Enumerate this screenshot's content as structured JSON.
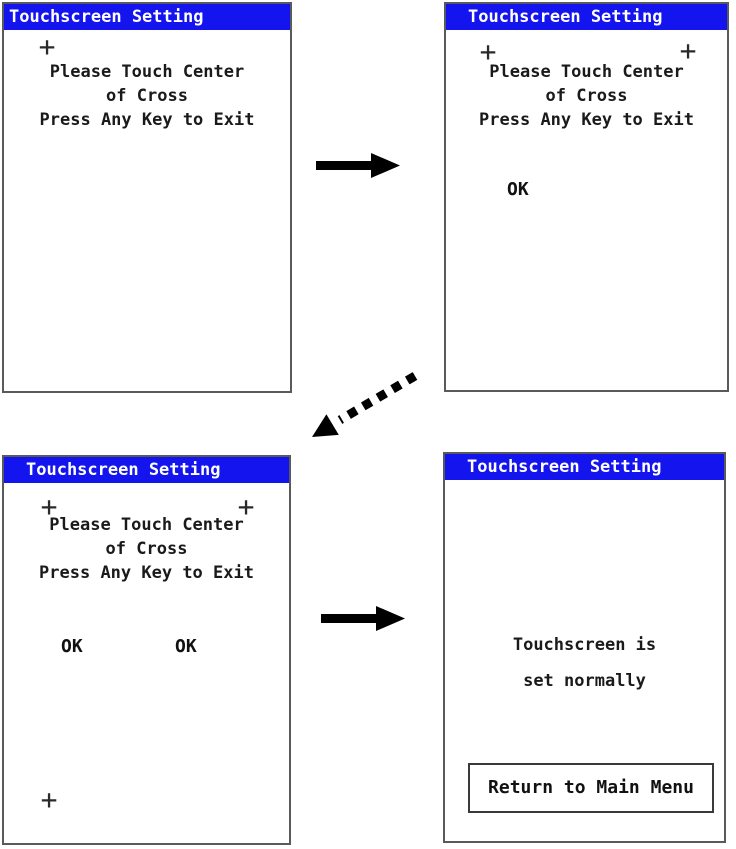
{
  "window": {
    "title": "Touchscreen Setting"
  },
  "calibration": {
    "instruction_line1": "Please Touch Center",
    "instruction_line2": "of Cross",
    "instruction_line3": "Press Any Key to Exit",
    "cross_glyph": "+",
    "ok_label": "OK"
  },
  "result_screen": {
    "message_line1": "Touchscreen is",
    "message_line2": "set normally",
    "return_button_label": "Return to Main Menu"
  },
  "flow": {
    "arrow_step1_to_step2": "right-arrow",
    "arrow_step2_to_step3": "dashed-diagonal-arrow",
    "arrow_step3_to_step4": "right-arrow"
  },
  "colors": {
    "title_bar_bg": "#1414ee",
    "title_bar_text": "#ffffff",
    "panel_border": "#5a5a5a",
    "arrow": "#000000"
  }
}
